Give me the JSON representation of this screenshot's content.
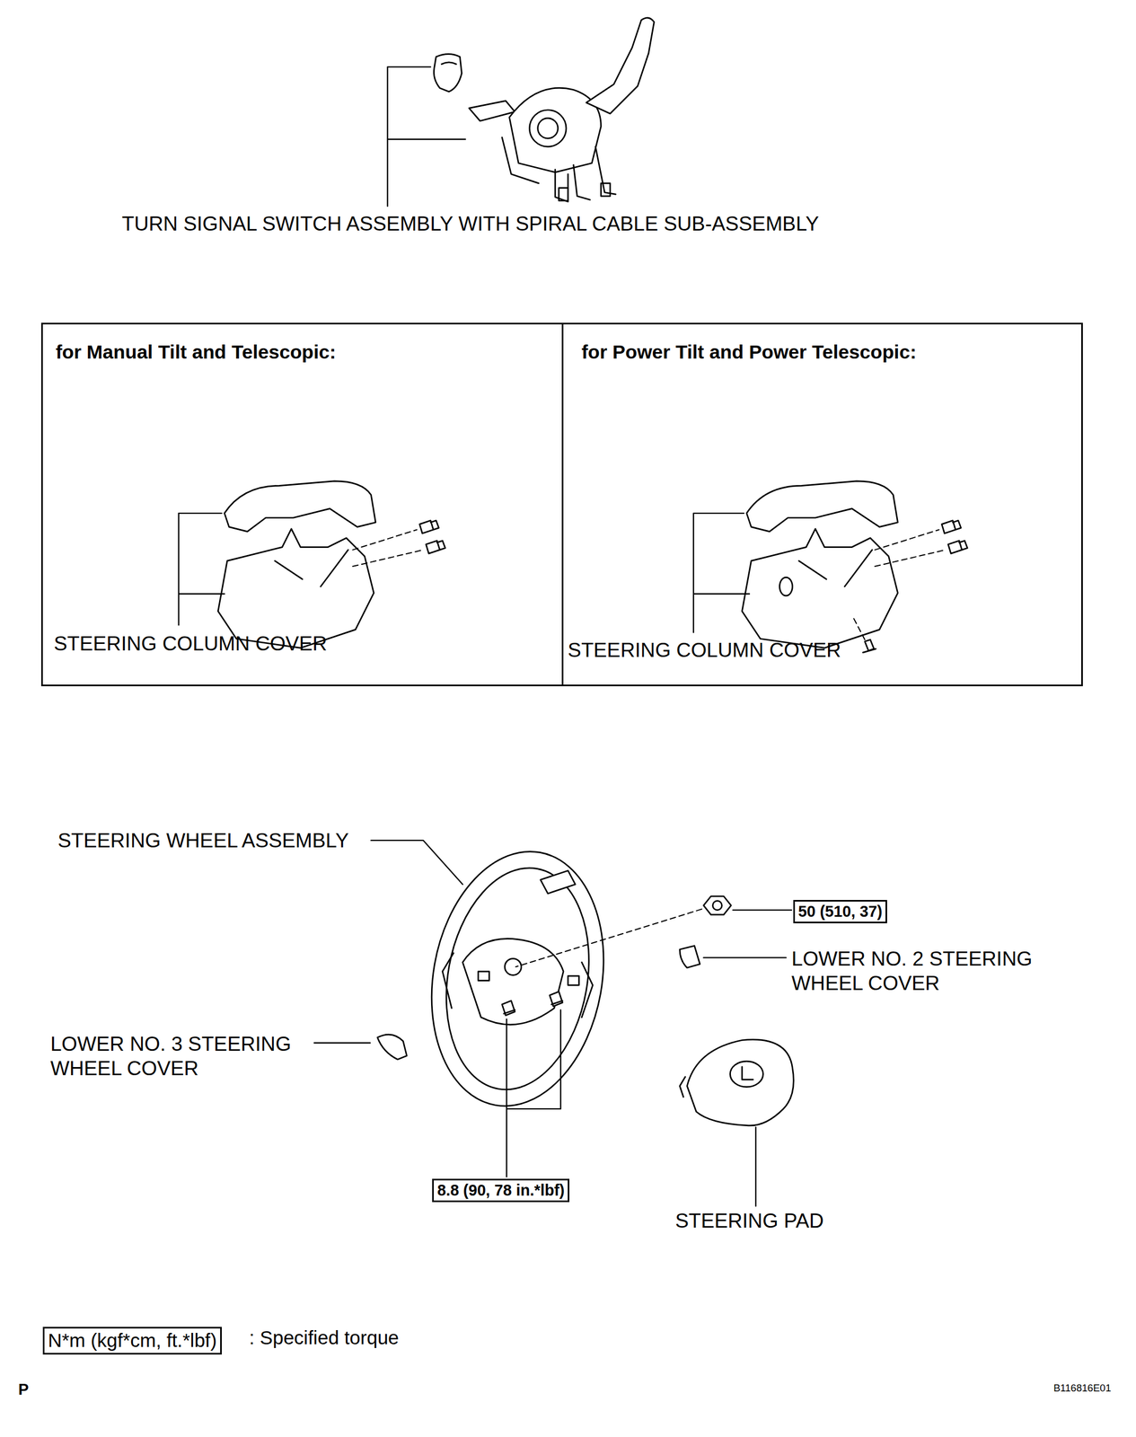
{
  "diagram": {
    "nodes": [
      {
        "text": [
          "for Manual Tilt and Telescopic:",
          "STEERING COLUMN COVER"
        ]
      },
      {
        "text": [
          "for Power Tilt and Power Telescopic:",
          "STEERING COLUMN COVER"
        ]
      },
      {
        "text": [
          "50 (510, 37)"
        ]
      },
      {
        "text": [
          "8.8 (90, 78 in.*lbf)"
        ]
      },
      {
        "text": [
          "N*m (kgf*cm, ft.*lbf)"
        ]
      }
    ],
    "labels": [
      "TURN SIGNAL SWITCH ASSEMBLY WITH SPIRAL CABLE SUB-ASSEMBLY",
      "STEERING WHEEL ASSEMBLY",
      "LOWER NO. 2 STEERING WHEEL COVER",
      "LOWER NO. 3 STEERING WHEEL COVER",
      "STEERING PAD",
      ": Specified torque",
      "P",
      "B116816E01"
    ]
  }
}
